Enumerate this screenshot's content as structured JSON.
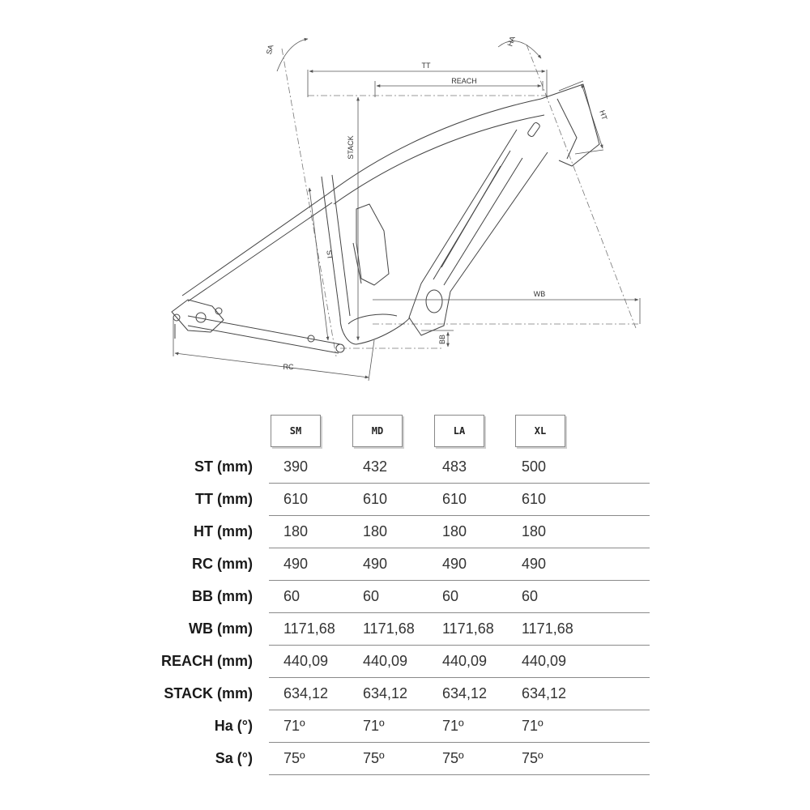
{
  "diagram_labels": {
    "sa": "SA",
    "ha": "HA",
    "tt": "TT",
    "reach": "REACH",
    "ht": "HT",
    "stack": "STACK",
    "st": "ST",
    "wb": "WB",
    "bb": "BB",
    "rc": "RC"
  },
  "sizes": [
    "SM",
    "MD",
    "LA",
    "XL"
  ],
  "table": [
    {
      "label": "ST (mm)",
      "values": [
        "390",
        "432",
        "483",
        "500"
      ]
    },
    {
      "label": "TT (mm)",
      "values": [
        "610",
        "610",
        "610",
        "610"
      ]
    },
    {
      "label": "HT (mm)",
      "values": [
        "180",
        "180",
        "180",
        "180"
      ]
    },
    {
      "label": "RC (mm)",
      "values": [
        "490",
        "490",
        "490",
        "490"
      ]
    },
    {
      "label": "BB (mm)",
      "values": [
        "60",
        "60",
        "60",
        "60"
      ]
    },
    {
      "label": "WB (mm)",
      "values": [
        "1171,68",
        "1171,68",
        "1171,68",
        "1171,68"
      ]
    },
    {
      "label": "REACH (mm)",
      "values": [
        "440,09",
        "440,09",
        "440,09",
        "440,09"
      ]
    },
    {
      "label": "STACK (mm)",
      "values": [
        "634,12",
        "634,12",
        "634,12",
        "634,12"
      ]
    },
    {
      "label": "Ha (°)",
      "values": [
        "71º",
        "71º",
        "71º",
        "71º"
      ]
    },
    {
      "label": "Sa (°)",
      "values": [
        "75º",
        "75º",
        "75º",
        "75º"
      ]
    }
  ]
}
